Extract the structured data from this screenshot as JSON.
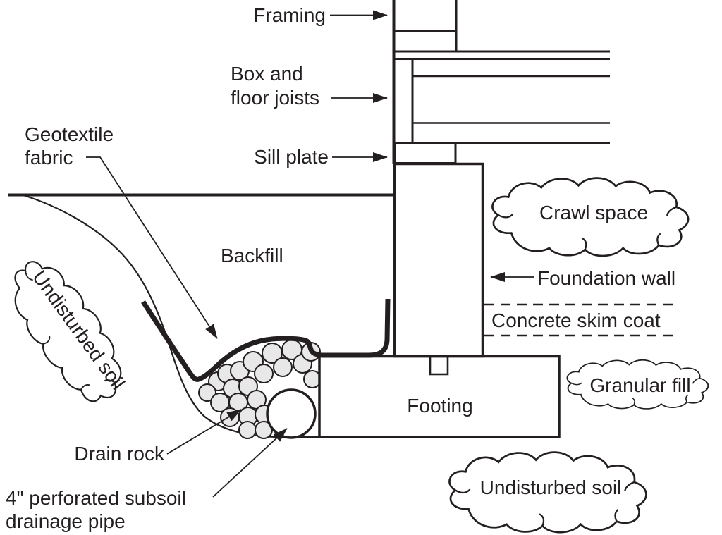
{
  "diagram_type": "foundation-drainage-cross-section",
  "colors": {
    "ink": "#231f20",
    "rock_fill": "#e8e8e8",
    "background": "#ffffff"
  },
  "labels": {
    "framing": "Framing",
    "joists_line1": "Box and",
    "joists_line2": "floor joists",
    "sill_plate": "Sill plate",
    "geotextile_line1": "Geotextile",
    "geotextile_line2": "fabric",
    "backfill": "Backfill",
    "crawl_space": "Crawl space",
    "foundation_wall": "Foundation wall",
    "concrete_skim_coat": "Concrete skim coat",
    "undisturbed_soil_left": "Undisturbed soil",
    "undisturbed_soil_bottom": "Undisturbed soil",
    "granular_fill": "Granular fill",
    "footing": "Footing",
    "drain_rock": "Drain rock",
    "drain_pipe_line1": "4\" perforated subsoil",
    "drain_pipe_line2": "drainage pipe"
  }
}
